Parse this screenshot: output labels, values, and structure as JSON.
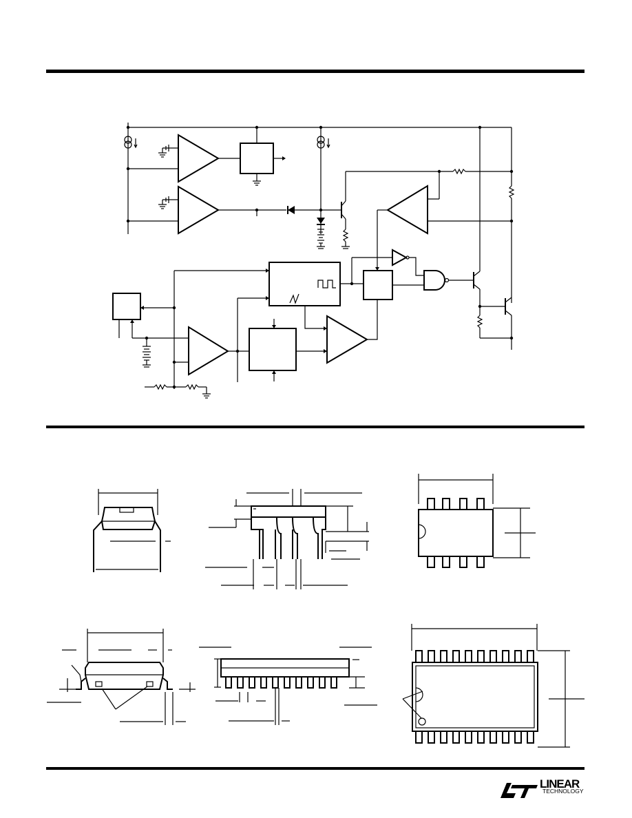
{
  "page": {
    "background": "#ffffff",
    "ink": "#000000"
  },
  "logo": {
    "line1": "LINEAR",
    "line2": "TECHNOLOGY",
    "icon": "lt-logo-icon"
  },
  "schematic": {
    "icon": "block-diagram"
  },
  "packages": {
    "icon": "package-outline-drawings"
  }
}
